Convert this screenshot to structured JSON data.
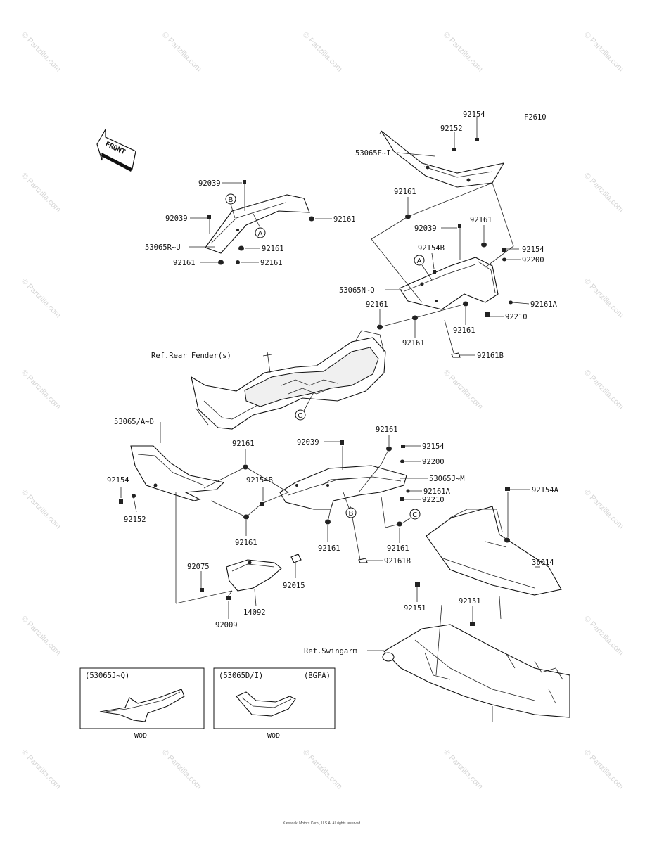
{
  "figure_code": "F2610",
  "front_label": "FRONT",
  "watermark": "© Partzilla.com",
  "callouts": {
    "p_92154_top": "92154",
    "p_92152_top": "92152",
    "p_53065EI": "53065E~I",
    "p_92039_a": "92039",
    "p_92039_b": "92039",
    "p_53065RU": "53065R~U",
    "p_92161_a": "92161",
    "p_92161_b": "92161",
    "p_92161_c": "92161",
    "p_92161_d": "92161",
    "p_92161_e": "92161",
    "p_92039_c": "92039",
    "p_92161_f": "92161",
    "p_92154B_a": "92154B",
    "p_92154_r": "92154",
    "p_92200_r": "92200",
    "p_53065NQ": "53065N~Q",
    "p_92161A_r": "92161A",
    "p_92161_g": "92161",
    "p_92210_r": "92210",
    "p_92161_h": "92161",
    "p_92161_i": "92161",
    "p_92161B_r": "92161B",
    "ref_rear_fender": "Ref.Rear Fender(s)",
    "p_53065AD": "53065/A~D",
    "p_92161_j": "92161",
    "p_92039_d": "92039",
    "p_92161_k": "92161",
    "p_92154_m": "92154",
    "p_92200_m": "92200",
    "p_53065JM": "53065J~M",
    "p_92161A_m": "92161A",
    "p_92210_m": "92210",
    "p_92154_l": "92154",
    "p_92152_l": "92152",
    "p_92154B_b": "92154B",
    "p_92161_l": "92161",
    "p_92161_m": "92161",
    "p_92161_n": "92161",
    "p_92161B_m": "92161B",
    "p_92154A": "92154A",
    "p_36014": "36014",
    "p_92075": "92075",
    "p_92015": "92015",
    "p_14092": "14092",
    "p_92009": "92009",
    "p_92151_a": "92151",
    "p_92151_b": "92151",
    "ref_swingarm": "Ref.Swingarm"
  },
  "circle_refs": {
    "A1": "A",
    "B1": "B",
    "A2": "A",
    "C1": "C",
    "B2": "B",
    "C2": "C"
  },
  "inset_left": {
    "title": "(53065J~Q)",
    "caption": "WOD"
  },
  "inset_right": {
    "title": "(53065D/I)",
    "code": "(BGFA)",
    "caption": "WOD"
  },
  "footer": "Kawasaki Motors Corp., U.S.A. All rights reserved."
}
